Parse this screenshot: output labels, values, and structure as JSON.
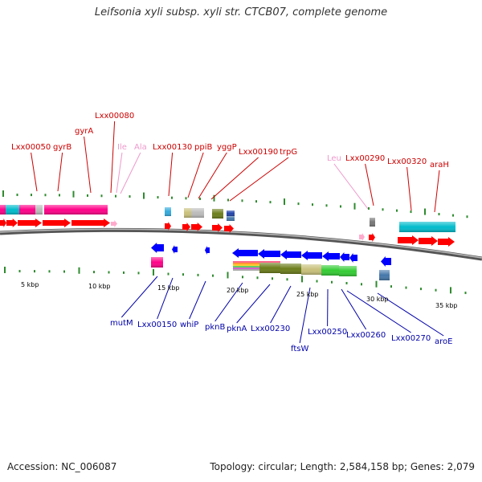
{
  "title": "Leifsonia xyli subsp. xyli str. CTCB07, complete genome",
  "accession_text": "Accession: NC_006087",
  "topology_text": "Topology: circular; Length: 2,584,158 bp; Genes: 2,079",
  "colors": {
    "backbone": "#777777",
    "tick": "#2e8b2e",
    "label_red": "#cc0000",
    "label_blue": "#0000aa",
    "label_pink": "#ee99cc",
    "cds_red": "#ff0000",
    "cds_blue": "#0000ff",
    "magenta": "#ff0088",
    "cyan": "#00bbcc",
    "olive": "#6b7d1a",
    "khaki": "#c8c07a",
    "green": "#33cc33",
    "gray": "#999999",
    "steel": "#4477aa"
  },
  "scale_labels": [
    "5 kbp",
    "10 kbp",
    "15 kbp",
    "20 kbp",
    "25 kbp",
    "30 kbp",
    "35 kbp"
  ],
  "top_labels": [
    {
      "text": "Lxx00050",
      "color": "label_red"
    },
    {
      "text": "gyrB",
      "color": "label_red"
    },
    {
      "text": "gyrA",
      "color": "label_red"
    },
    {
      "text": "Lxx00080",
      "color": "label_red"
    },
    {
      "text": "Ile",
      "color": "label_pink"
    },
    {
      "text": "Ala",
      "color": "label_pink"
    },
    {
      "text": "Lxx00130",
      "color": "label_red"
    },
    {
      "text": "ppiB",
      "color": "label_red"
    },
    {
      "text": "yggP",
      "color": "label_red"
    },
    {
      "text": "Lxx00190",
      "color": "label_red"
    },
    {
      "text": "trpG",
      "color": "label_red"
    },
    {
      "text": "Leu",
      "color": "label_pink"
    },
    {
      "text": "Lxx00290",
      "color": "label_red"
    },
    {
      "text": "Lxx00320",
      "color": "label_red"
    },
    {
      "text": "araH",
      "color": "label_red"
    }
  ],
  "bottom_labels": [
    {
      "text": "mutM"
    },
    {
      "text": "Lxx00150"
    },
    {
      "text": "whiP"
    },
    {
      "text": "pknB"
    },
    {
      "text": "pknA"
    },
    {
      "text": "Lxx00230"
    },
    {
      "text": "ftsW"
    },
    {
      "text": "Lxx00250"
    },
    {
      "text": "Lxx00260"
    },
    {
      "text": "Lxx00270"
    },
    {
      "text": "aroE"
    }
  ]
}
